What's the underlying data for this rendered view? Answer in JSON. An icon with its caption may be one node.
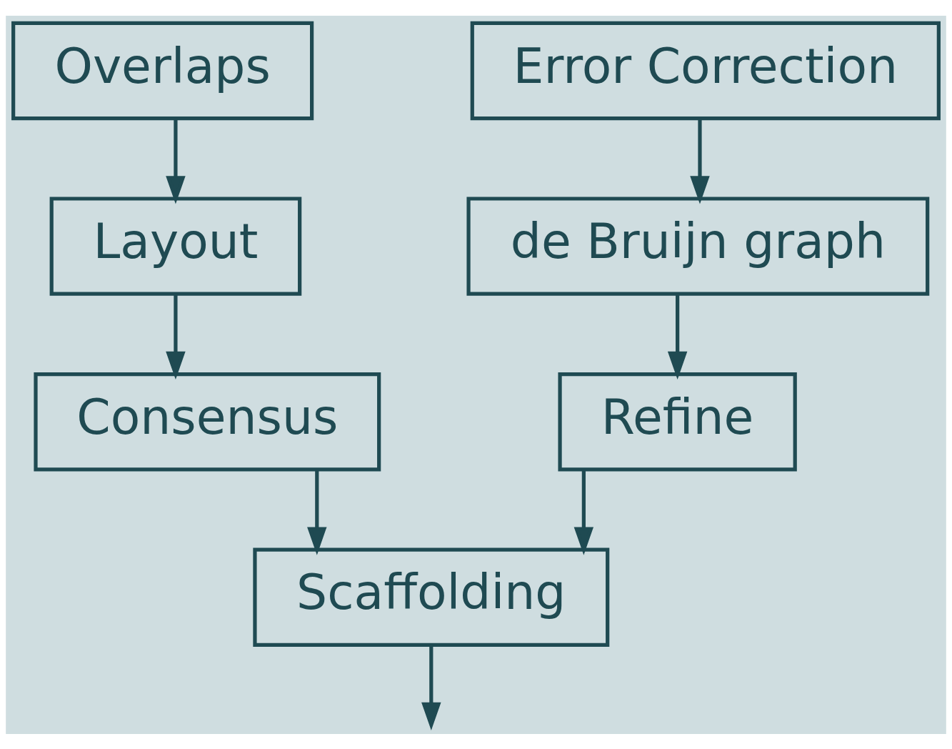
{
  "diagram": {
    "nodes": [
      {
        "text": [
          "Overlaps"
        ]
      },
      {
        "text": [
          "Layout"
        ]
      },
      {
        "text": [
          "Consensus"
        ]
      },
      {
        "text": [
          "Error Correction"
        ]
      },
      {
        "text": [
          "de Bruijn graph"
        ]
      },
      {
        "text": [
          "Refine"
        ]
      },
      {
        "text": [
          "Scaffolding"
        ]
      }
    ],
    "edges": [
      {
        "from": 0,
        "to": 1,
        "arrow": "to"
      },
      {
        "from": 1,
        "to": 2,
        "arrow": "to"
      },
      {
        "from": 3,
        "to": 4,
        "arrow": "to"
      },
      {
        "from": 4,
        "to": 5,
        "arrow": "to"
      },
      {
        "from": 2,
        "to": 6,
        "arrow": "to"
      },
      {
        "from": 5,
        "to": 6,
        "arrow": "to"
      },
      {
        "from": 6,
        "to": null,
        "arrow": "to"
      }
    ]
  }
}
